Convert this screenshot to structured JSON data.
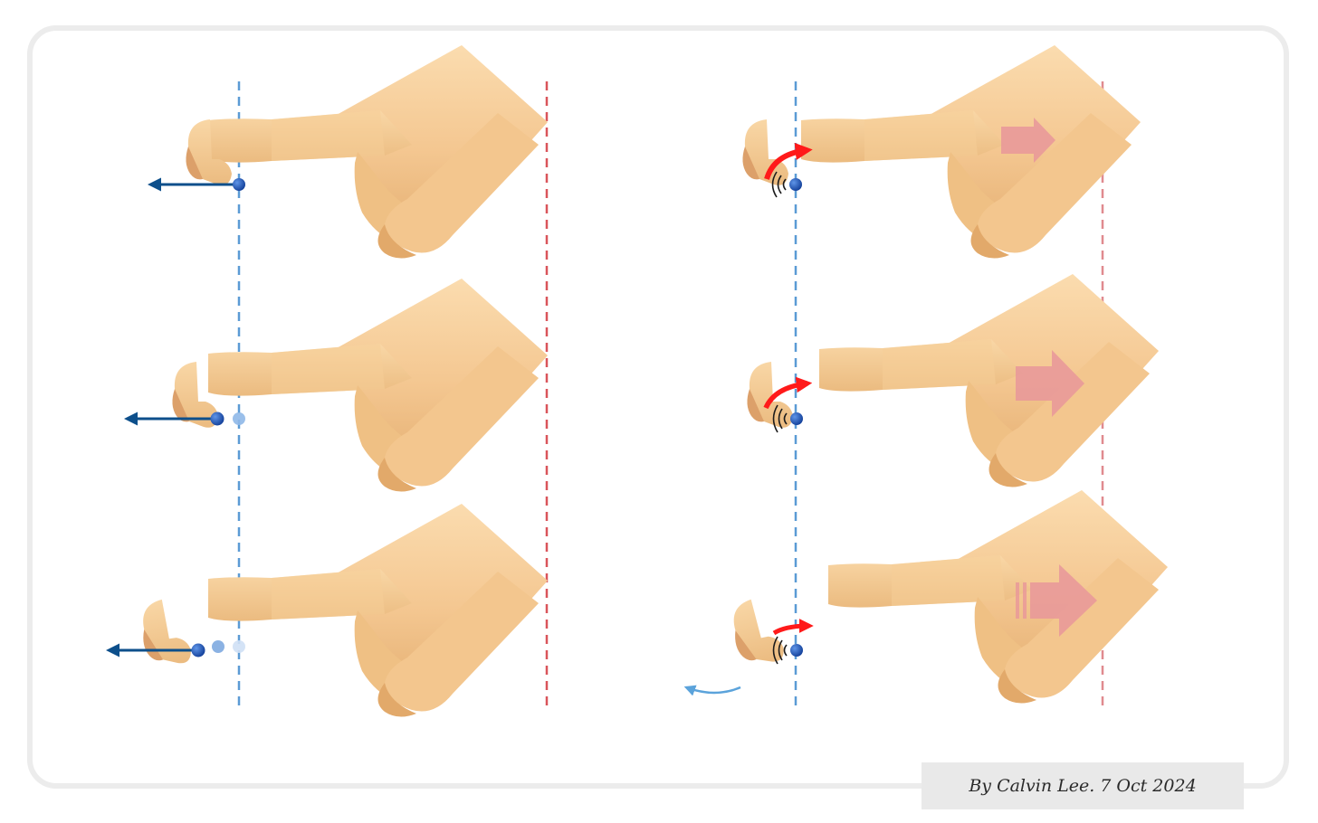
{
  "credit": {
    "text": "By Calvin Lee. 7 Oct 2024"
  },
  "colors": {
    "skin_light": "#f8d3a1",
    "skin_mid": "#f0c088",
    "skin_dark": "#dba56a",
    "blue_line": "#5b9bd5",
    "red_line": "#d9545a",
    "arrow_blue": "#0d4f8b",
    "dot_blue": "#2563c9",
    "curve_red": "#ff1a1a",
    "push_pink": "#e8969a",
    "flick_blue": "#5ba3db"
  },
  "panels": {
    "left": [
      {
        "trail_dots": 0
      },
      {
        "trail_dots": 1
      },
      {
        "trail_dots": 2
      }
    ],
    "right": [
      {
        "push_level": 1
      },
      {
        "push_level": 2
      },
      {
        "push_level": 3
      }
    ]
  }
}
